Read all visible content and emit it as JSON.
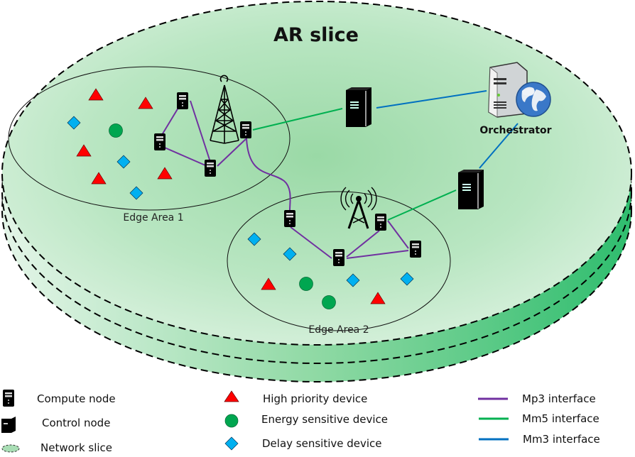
{
  "title": "AR slice",
  "edge_areas": [
    {
      "label": "Edge Area 1"
    },
    {
      "label": "Edge Area 2"
    }
  ],
  "orchestrator": {
    "label": "Orchestrator"
  },
  "colors": {
    "slice_fill_light": "#d8f0dc",
    "slice_fill_mid": "#9adca8",
    "slice_side": "#34c074",
    "mp3": "#7030a0",
    "mm5": "#00b050",
    "mm3": "#0070c0",
    "high_priority": "#ff0000",
    "energy_sensitive": "#00a650",
    "delay_sensitive": "#00b0f0"
  },
  "legend": {
    "nodes": [
      {
        "icon": "compute-node-icon",
        "label": "Compute node"
      },
      {
        "icon": "control-node-icon",
        "label": "Control node"
      },
      {
        "icon": "network-slice-icon",
        "label": "Network slice"
      }
    ],
    "devices": [
      {
        "icon": "triangle-icon",
        "label": "High priority device"
      },
      {
        "icon": "circle-icon",
        "label": "Energy sensitive device"
      },
      {
        "icon": "diamond-icon",
        "label": "Delay sensitive device"
      }
    ],
    "interfaces": [
      {
        "icon": "mp3-line-icon",
        "label": "Mp3 interface"
      },
      {
        "icon": "mm5-line-icon",
        "label": "Mm5 interface"
      },
      {
        "icon": "mm3-line-icon",
        "label": "Mm3 interface"
      }
    ]
  }
}
